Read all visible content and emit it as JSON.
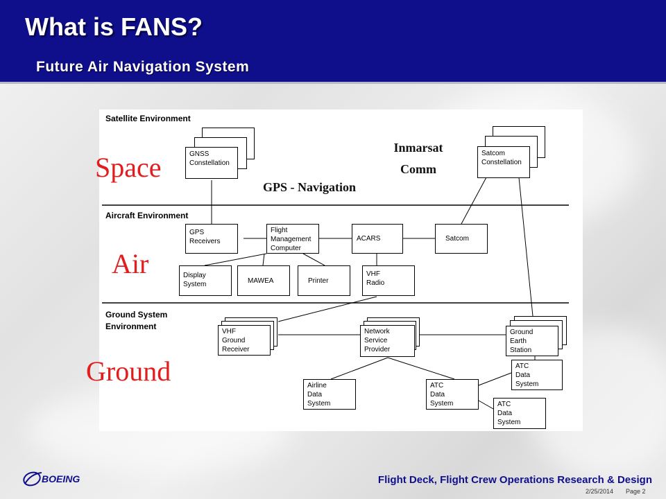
{
  "header": {
    "title": "What is FANS?",
    "subtitle": "Future Air Navigation System"
  },
  "layers": {
    "space": "Space",
    "air": "Air",
    "ground": "Ground"
  },
  "environments": {
    "satellite": "Satellite Environment",
    "aircraft": "Aircraft Environment",
    "ground_line1": "Ground System",
    "ground_line2": "Environment"
  },
  "annotations": {
    "gps_navigation": "GPS - Navigation",
    "inmarsat_line1": "Inmarsat",
    "inmarsat_line2": "Comm"
  },
  "boxes": {
    "gnss": [
      "GNSS",
      "Constellation"
    ],
    "satcom_constellation": [
      "Satcom",
      "Constellation"
    ],
    "gps_receivers": [
      "GPS",
      "Receivers"
    ],
    "fmc": [
      "Flight",
      "Management",
      "Computer"
    ],
    "acars": "ACARS",
    "satcom": "Satcom",
    "display_system": [
      "Display",
      "System"
    ],
    "mawea": "MAWEA",
    "printer": "Printer",
    "vhf_radio": [
      "VHF",
      "Radio"
    ],
    "vhf_ground_receiver": [
      "VHF",
      "Ground",
      "Receiver"
    ],
    "network_service_provider": [
      "Network",
      "Service",
      "Provider"
    ],
    "ground_earth_station": [
      "Ground",
      "Earth",
      "Station"
    ],
    "airline_data_system": [
      "Airline",
      "Data",
      "System"
    ],
    "atc_data_system_1": [
      "ATC",
      "Data",
      "System"
    ],
    "atc_data_system_2": [
      "ATC",
      "Data",
      "System"
    ],
    "atc_data_system_3": [
      "ATC",
      "Data",
      "System"
    ]
  },
  "footer": {
    "logo_text": "BOEING",
    "department": "Flight Deck, Flight Crew Operations Research & Design",
    "date": "2/25/2014",
    "page": "Page 2"
  },
  "colors": {
    "header_bg": "#0f0f8c",
    "layer_label": "#e11d1d",
    "footer_text": "#0f0f8c"
  }
}
